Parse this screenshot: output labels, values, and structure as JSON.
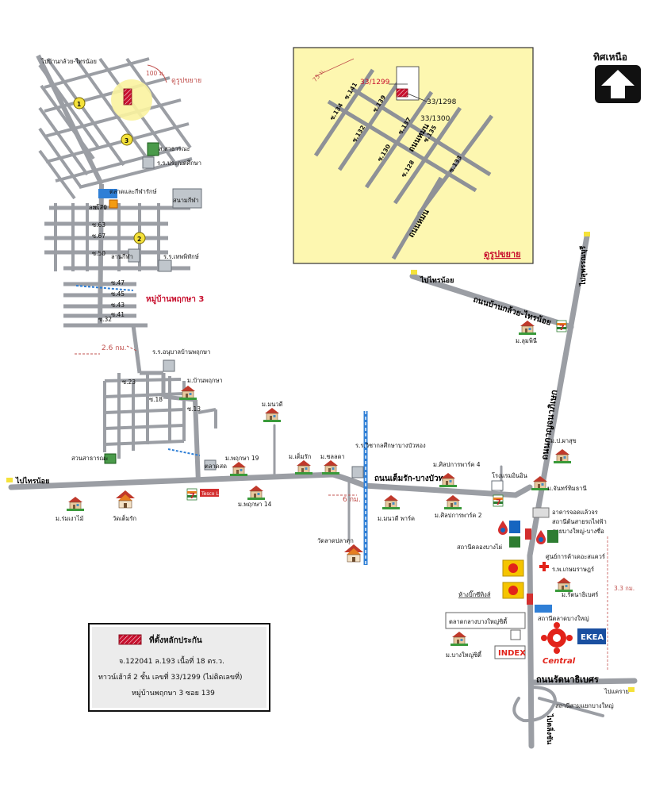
{
  "north": {
    "label": "ทิศเหนือ"
  },
  "inset": {
    "title": "ดูรูปขยาย",
    "distance": "75 ม.",
    "plot_main": "33/1299",
    "plot_a": "33/1298",
    "plot_b": "33/1300",
    "sois": [
      "ซ.134",
      "ซ.141",
      "ซ.139",
      "ซ.132",
      "ซ.137",
      "ซ.130",
      "ซ.135",
      "ซ.128",
      "ซ.133"
    ],
    "road_a": "ถนนหมน",
    "road_b": "ถนนหมน"
  },
  "village_map": {
    "to_top": "ไปบ้านกล้วย-ไทรน้อย",
    "distance_100": "100 ม.",
    "zoom_label": "ดูรูปขยาย",
    "public_1": "ส.สาธารณะ",
    "school_prasong": "ร.ร.ประณตศึกษา",
    "market": "ตลาดและกีฬารักษ์",
    "field": "สนามกีฬา",
    "lamlo": "ลมโสร",
    "field_2": "ลานกีฬา",
    "school_tep": "ร.ร.เทพพิทักษ์",
    "village_name": "หมู่บ้านพฤกษา 3",
    "d26": "2.6 กม.",
    "kinder": "ร.ร.อนุบาลบ้านพฤกษา",
    "ban_pruksa": "ม.บ้านพฤกษา",
    "public_2": "สวนสาธารณะ",
    "soi_labels": [
      "ซ.70",
      "ซ.63",
      "ซ.67",
      "ซ.50",
      "ซ.47",
      "ซ.45",
      "ซ.43",
      "ซ.41",
      "ซ.32",
      "ซ.23",
      "ซ.18",
      "ซ.13"
    ],
    "circles": [
      "1",
      "3",
      "2"
    ]
  },
  "main_road": {
    "to_sainoi": "ไปไทรน้อย",
    "road_name": "ถนนเต็มรัก-บางบัวทอง",
    "school_bb": "ร.ร.วิชากลศึกษาบางบัวทอง",
    "d6": "6 กม.",
    "m_ruangai": "ม.ร่มเงาไม้",
    "wat_temrak": "วัดเต็มรัก",
    "talad": "ตลาดสด",
    "pruksa19": "ม.พฤกษา 19",
    "pruksa14": "ม.พฤกษา 14",
    "manwadee": "ม.มนวดี",
    "temrak": "ม.เต็มรัก",
    "chonlada": "ม.ชลลดา",
    "silapakan4": "ม.ศิลปการพาร์ค 4",
    "manwadee_park": "ม.มนวดี พาร์ค",
    "silapakan2": "ม.ศิลปการพาร์ค 2",
    "wat_pladuk": "วัดลาดปลาดุก",
    "school_in": "โรงแรมอินอิน",
    "seven": "7",
    "tesco": "Tesco Lotus"
  },
  "east": {
    "to_sainoi2": "ไปไทรน้อย",
    "road_klauy": "ถนนบ้านกล้วย-ไทรน้อย",
    "to_suphan": "ไปสุพรรณบุรี",
    "road_kanchana": "ถนนกาญจนาภิเษก",
    "lumpini": "ม.ลุมพินี",
    "paruk": "ม.ป.ผาสุข",
    "chanmai": "ม.จันทร์ทิมธานี",
    "parking": "อาคารจอดแล้วจร",
    "station_top": "สถานีต้นสายรถไฟฟ้า",
    "station_line": "สายบางใหญ่-บางซื่อ",
    "klong_station": "สถานีคลองบางไผ่",
    "shopping": "ศูนย์การค้าเดอะสแควร์",
    "hospital": "ร.พ.เกษมราษฎร์",
    "rattana": "ม.รัตนาธิเบศร์",
    "bigc": "ห้างบิ๊กซีทิงส์",
    "d33": "3.3 กม.",
    "bangyai_market": "สถานีตลาดบางใหญ่",
    "central_market": "ตลาดกลางบางใหญ่ซิตี้",
    "ikea": "EKEA",
    "central": "Central",
    "index": "INDEX",
    "bangyai_city": "ม.บางใหญ่ซิตี้",
    "road_rattana": "ถนนรัตนาธิเบศร",
    "to_khae": "ไปแคราย",
    "interchange": "สถานีสามแยกบางใหญ่",
    "to_taling": "ไปตลิ่งชัน"
  },
  "legend": {
    "title": "ที่ตั้งหลักประกัน",
    "line1": "จ.122041   ล.193   เนื้อที่  18  ตร.ว.",
    "line2": "ทาวน์เฮ้าส์ 2 ชั้น  เลขที่  33/1299 (ไม่ติดเลขที่)",
    "line3": "หมู่บ้านพฤกษา 3  ซอย 139"
  },
  "colors": {
    "road": "#9b9ea4",
    "inset_bg": "#fdf7b0",
    "plot": "#c8102e",
    "canal": "#2f7fd6",
    "distance": "#c0504d",
    "shop_red": "#e2231a"
  },
  "icons": [
    "north-arrow-icon",
    "house-icon",
    "temple-icon",
    "seven-eleven-icon",
    "gas-station-icon",
    "cross-icon",
    "central-logo-icon",
    "bigc-logo-icon"
  ]
}
